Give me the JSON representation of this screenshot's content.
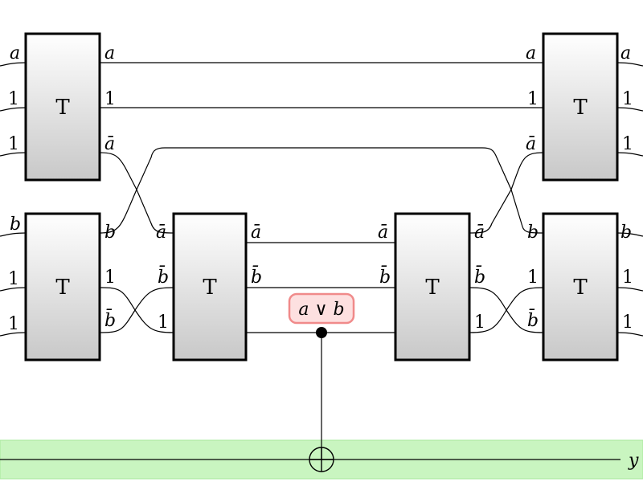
{
  "gates": {
    "label": "T"
  },
  "labels": {
    "a": "a",
    "one": "1",
    "abar": "ā",
    "b": "b",
    "bbar": "b̄",
    "y": "y"
  },
  "control": {
    "expression": "a ∨ b"
  },
  "colors": {
    "ancilla_band": "#c9f5c0",
    "ancilla_border": "#a6e89a",
    "control_fill": "#fde0e0",
    "control_border": "#f08a8a",
    "gate_top": "#ffffff",
    "gate_bottom": "#c8c8c8"
  }
}
